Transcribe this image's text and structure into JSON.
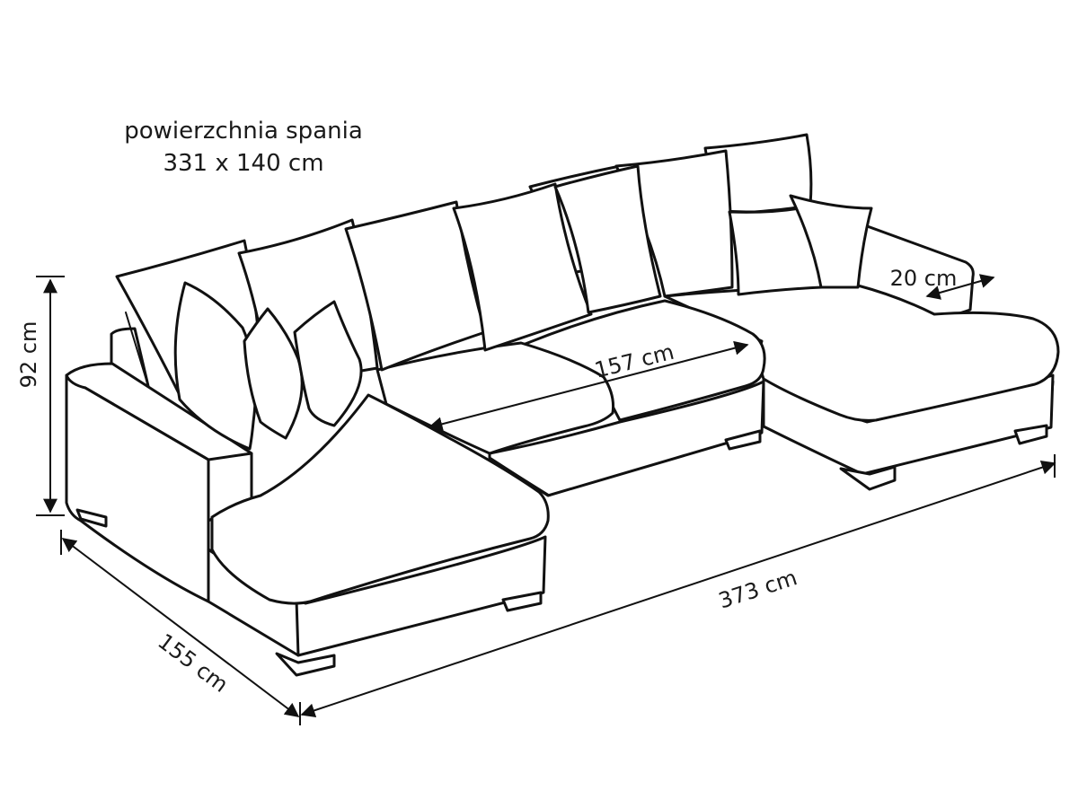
{
  "caption": {
    "line1": "powierzchnia spania",
    "line2": "331 x 140 cm"
  },
  "dimensions": {
    "height": "92 cm",
    "depth": "155 cm",
    "width": "373 cm",
    "seat_width": "157 cm",
    "armrest_width": "20 cm"
  },
  "colors": {
    "line": "#111111",
    "fill": "#ffffff"
  }
}
